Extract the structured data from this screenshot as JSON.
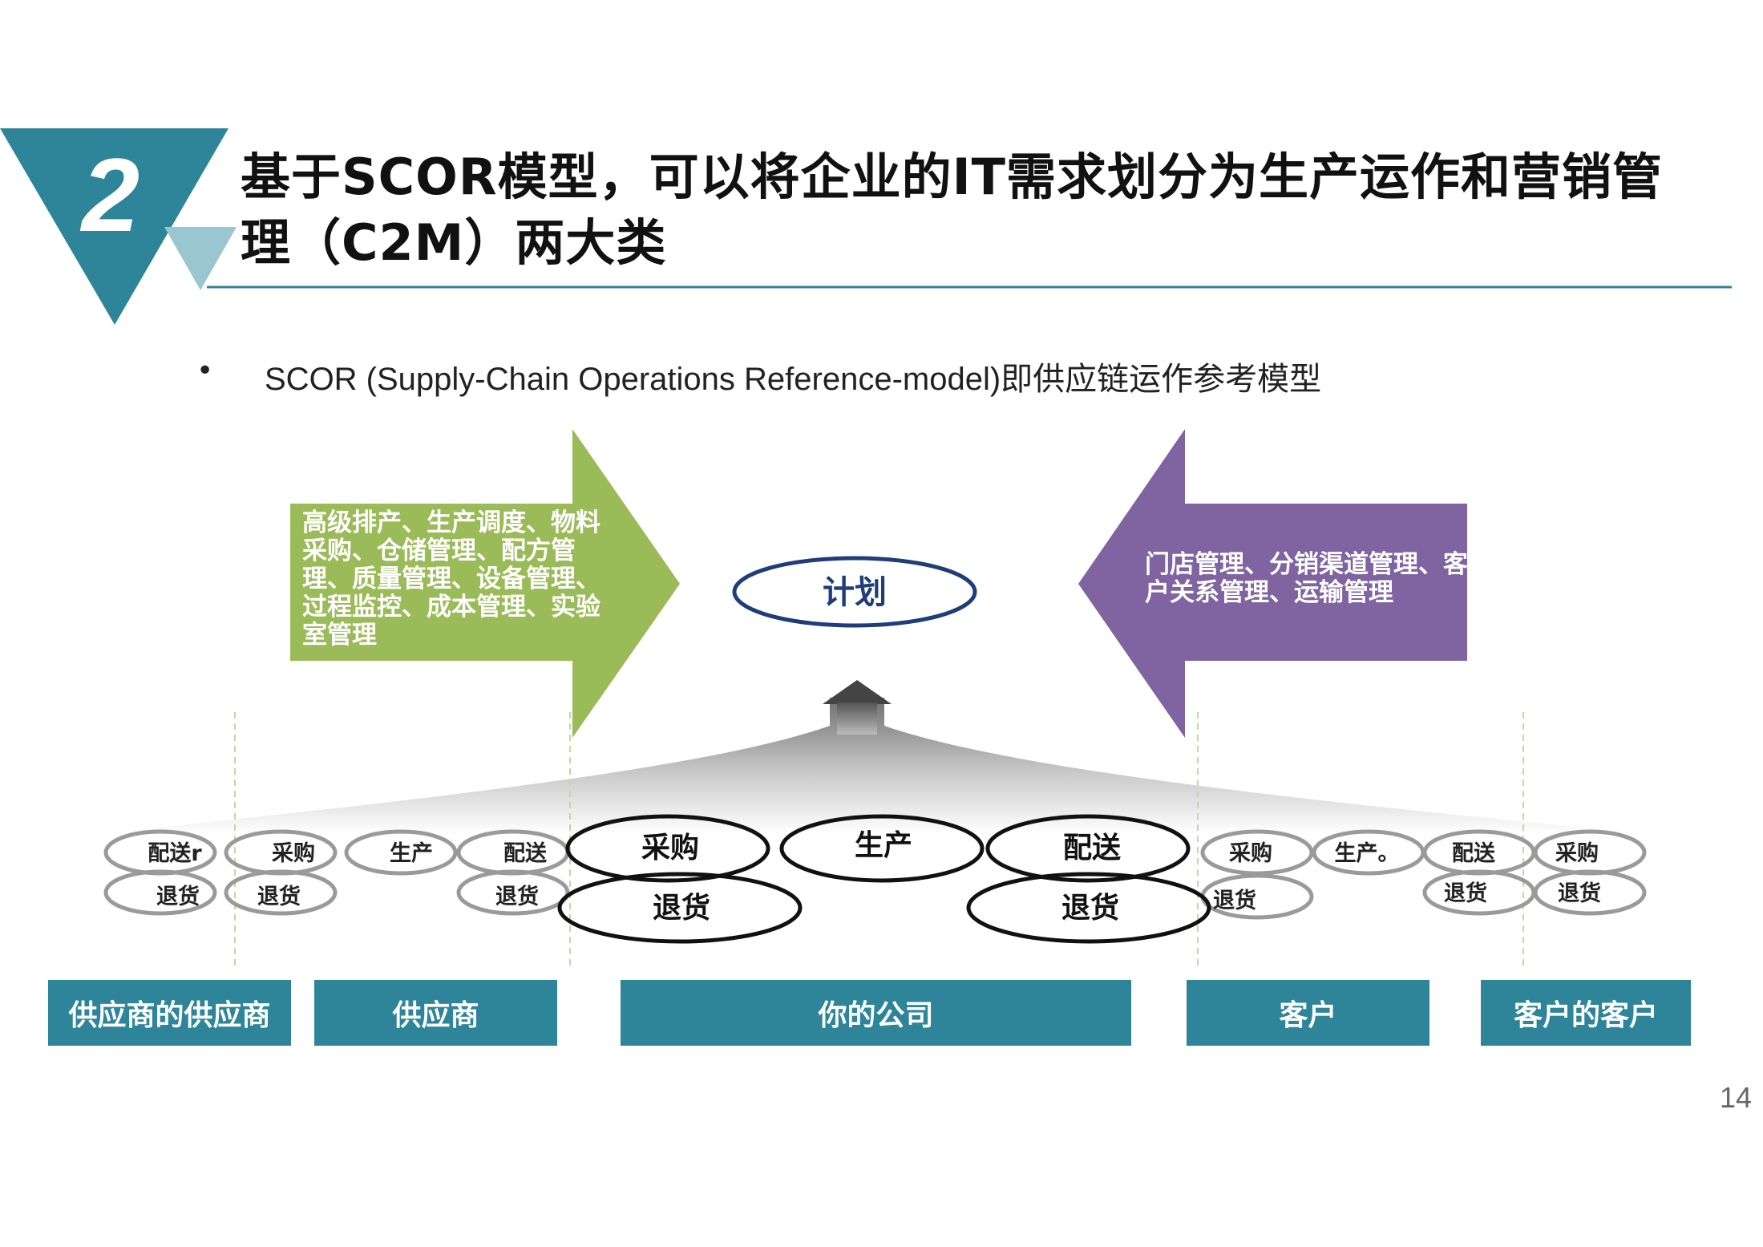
{
  "header": {
    "section_number": "2",
    "title_line1": "基于SCOR模型，可以将企业的IT需求划分为生产运作和营销管",
    "title_line2": "理（C2M）两大类"
  },
  "bullet": {
    "text": "SCOR (Supply-Chain Operations Reference-model)即供应链运作参考模型"
  },
  "diagram": {
    "left_arrow_text": "高级排产、生产调度、物料采购、仓储管理、配方管理、质量管理、设备管理、过程监控、成本管理、实验室管理",
    "right_arrow_text": "门店管理、分销渠道管理、客户关系管理、运输管理",
    "plan_label": "计划",
    "small_process_labels": {
      "s1_top": "配送r",
      "s1_bottom": "退货",
      "s2_top": "采购",
      "s2_bottom": "退货",
      "s3_top": "生产",
      "s4_top": "配送",
      "s4_bottom": "退货",
      "c1_top": "采购",
      "c1_bottom": "退货",
      "c2_top": "生产。",
      "c3_top": "配送",
      "c3_bottom": "退货",
      "c4_top": "采购",
      "c4_bottom": "退货"
    },
    "main_process_labels": {
      "source": "采购",
      "make": "生产",
      "deliver": "配送",
      "return_left": "退货",
      "return_right": "退货"
    },
    "entities": [
      "供应商的供应商",
      "供应商",
      "你的公司",
      "客户",
      "客户的客户"
    ],
    "colors": {
      "teal": "#2e8599",
      "green": "#9bbb59",
      "purple": "#8064a2",
      "plan_ellipse_border": "#1f3d7a"
    }
  },
  "footer": {
    "page_number": "14"
  }
}
